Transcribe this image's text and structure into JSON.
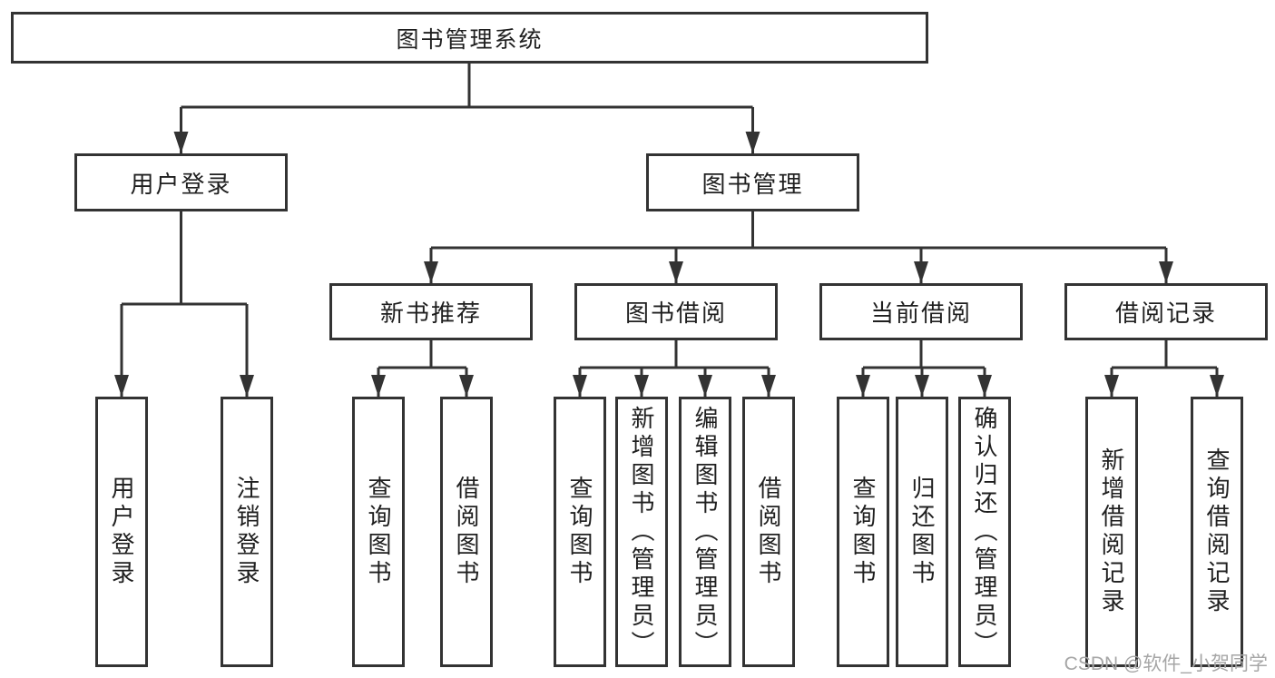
{
  "colors": {
    "line": "#333333",
    "box_border": "#333333",
    "text": "#1f1f1f",
    "watermark": "#a6a6a6",
    "background": "#ffffff"
  },
  "watermark": {
    "text": "CSDN @软件_小贺同学"
  },
  "diagram": {
    "type": "hierarchy-tree",
    "root": {
      "label": "图书管理系统",
      "children": [
        {
          "label": "用户登录",
          "children": [
            {
              "label": "用户登录"
            },
            {
              "label": "注销登录"
            }
          ]
        },
        {
          "label": "图书管理",
          "children": [
            {
              "label": "新书推荐",
              "children": [
                {
                  "label": "查询图书"
                },
                {
                  "label": "借阅图书"
                }
              ]
            },
            {
              "label": "图书借阅",
              "children": [
                {
                  "label": "查询图书"
                },
                {
                  "label": "新增图书（管理员）"
                },
                {
                  "label": "编辑图书（管理员）"
                },
                {
                  "label": "借阅图书"
                }
              ]
            },
            {
              "label": "当前借阅",
              "children": [
                {
                  "label": "查询图书"
                },
                {
                  "label": "归还图书"
                },
                {
                  "label": "确认归还（管理员）"
                }
              ]
            },
            {
              "label": "借阅记录",
              "children": [
                {
                  "label": "新增借阅记录"
                },
                {
                  "label": "查询借阅记录"
                }
              ]
            }
          ]
        }
      ]
    }
  }
}
